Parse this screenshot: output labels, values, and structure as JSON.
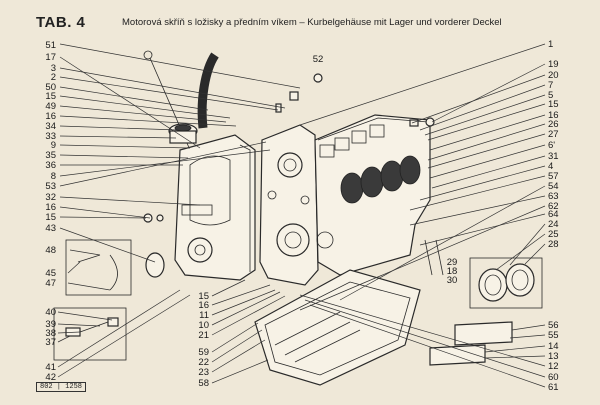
{
  "header": {
    "tab": "TAB. 4",
    "title": "Motorová skříň s ložisky a předním víkem – Kurbelgehäuse mit Lager und vorderer Deckel"
  },
  "stamp": "802 | 1258",
  "left_labels": [
    "51",
    "17",
    "3",
    "2",
    "50",
    "15",
    "49",
    "16",
    "34",
    "33",
    "9",
    "35",
    "36",
    "8",
    "53",
    "32",
    "16",
    "15",
    "43",
    "48",
    "45",
    "47",
    "40",
    "39",
    "38",
    "37",
    "41",
    "42"
  ],
  "right_labels": [
    "1",
    "19",
    "20",
    "7",
    "5",
    "15",
    "16",
    "26",
    "27",
    "6'",
    "31",
    "4",
    "57",
    "54",
    "63",
    "62",
    "64",
    "24",
    "25",
    "28",
    "56",
    "55",
    "14",
    "13",
    "12",
    "60",
    "61"
  ],
  "bottom_labels": [
    "15",
    "16",
    "11",
    "10",
    "21",
    "59",
    "22",
    "23",
    "58"
  ],
  "top_label": "52",
  "mid_labels": [
    "29",
    "18",
    "30"
  ]
}
